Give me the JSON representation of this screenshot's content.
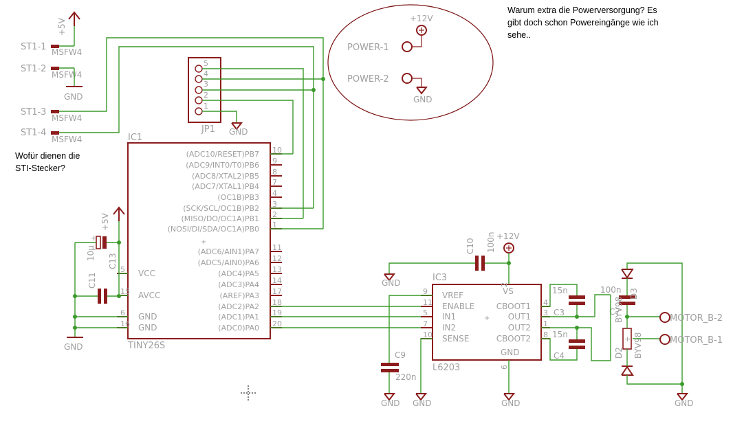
{
  "comments": {
    "power": [
      "Warum extra die Powerversorgung? Es",
      "gibt doch schon Powereingänge wie ich",
      "sehe.."
    ],
    "sti": [
      "Wofür dienen die",
      "STI-Stecker?"
    ]
  },
  "connectors": {
    "st1_1": "ST1-1",
    "st1_2": "ST1-2",
    "st1_3": "ST1-3",
    "st1_4": "ST1-4",
    "msfw": "MSFW4"
  },
  "supplies": {
    "p5v": "+5V",
    "p12v": "+12V",
    "gnd": "GND"
  },
  "power_pins": {
    "power1": "POWER-1",
    "power2": "POWER-2"
  },
  "jp1": {
    "name": "JP1",
    "pins": [
      "5",
      "4",
      "3",
      "2",
      "1"
    ]
  },
  "ic1": {
    "name": "IC1",
    "part": "TINY26S",
    "right_pins": [
      {
        "label": "(ADC10/RESET)PB7",
        "num": "10"
      },
      {
        "label": "(ADC9/INT0/T0)PB6",
        "num": "9"
      },
      {
        "label": "(ADC8/XTAL2)PB5",
        "num": "8"
      },
      {
        "label": "(ADC7/XTAL1)PB4",
        "num": "7"
      },
      {
        "label": "(OC1B)PB3",
        "num": "4"
      },
      {
        "label": "(SCK/SCL/OC1B)PB2",
        "num": "3"
      },
      {
        "label": "(MISO/DO/OC1A)PB1",
        "num": "2"
      },
      {
        "label": "(NOSI/DI/SDA/OC1A)PB0",
        "num": "1"
      },
      {
        "label": "(ADC6/AIN1)PA7",
        "num": "11"
      },
      {
        "label": "(ADC5/AIN0)PA6",
        "num": "12"
      },
      {
        "label": "(ADC4)PA5",
        "num": "13"
      },
      {
        "label": "(ADC3)PA4",
        "num": "14"
      },
      {
        "label": "(AREF)PA3",
        "num": "17"
      },
      {
        "label": "(ADC2)PA2",
        "num": "18"
      },
      {
        "label": "(ADC1)PA1",
        "num": "19"
      },
      {
        "label": "(ADC0)PA0",
        "num": "20"
      }
    ],
    "left_pins": [
      {
        "label": "VCC",
        "num": "5"
      },
      {
        "label": "AVCC",
        "num": "15"
      },
      {
        "label": "GND",
        "num": "6"
      },
      {
        "label": "GND",
        "num": "16"
      }
    ]
  },
  "caps": {
    "c13": "C13",
    "c13v": "10µ",
    "c11": "C11",
    "c10": "C10",
    "c10v": "100n",
    "c9": "C9",
    "c9v": "220n",
    "c3": "C3",
    "c3v": "15n",
    "c4": "C4",
    "c4v": "15n",
    "c7": "C7",
    "c7v": "100n"
  },
  "ic3": {
    "name": "IC3",
    "part": "L6203",
    "left_pins": [
      {
        "label": "VREF",
        "num": "9"
      },
      {
        "label": "ENABLE",
        "num": "11"
      },
      {
        "label": "IN1",
        "num": "5"
      },
      {
        "label": "IN2",
        "num": "7"
      },
      {
        "label": "SENSE",
        "num": "10"
      }
    ],
    "right_pins": [
      {
        "label": "CBOOT1",
        "num": "4"
      },
      {
        "label": "OUT1",
        "num": "3"
      },
      {
        "label": "OUT2",
        "num": "1"
      },
      {
        "label": "CBOOT2",
        "num": "8"
      }
    ],
    "vs": "VS",
    "vs_num": "2",
    "gnd": "GND",
    "gnd_num": "6"
  },
  "diodes": {
    "d3": "D3",
    "d3v": "BYV98",
    "d2": "D2",
    "d2v": "BYV98"
  },
  "motor": {
    "b2": "MOTOR_B-2",
    "b1": "MOTOR_B-1"
  }
}
